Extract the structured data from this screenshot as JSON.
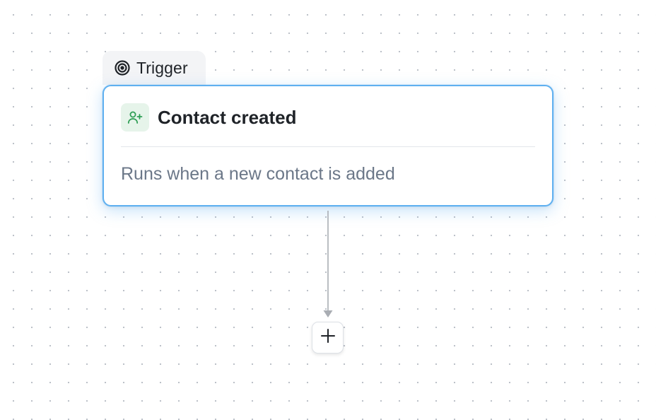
{
  "trigger_tab": {
    "label": "Trigger",
    "icon": "target-icon"
  },
  "node": {
    "title": "Contact created",
    "description": "Runs when a new contact is added",
    "icon": "user-plus-icon",
    "icon_color": "#2f9e55",
    "icon_bg": "#e6f4ea",
    "selected_border_color": "#5fb0f0"
  },
  "add_step": {
    "icon": "plus-icon"
  }
}
